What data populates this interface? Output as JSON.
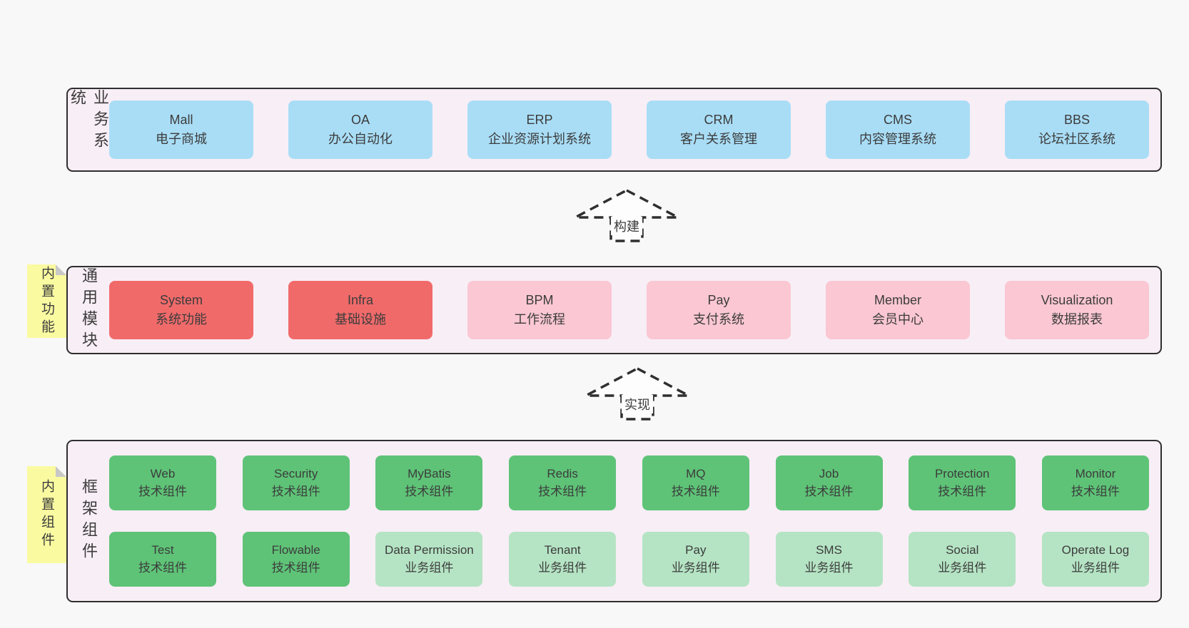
{
  "palette": {
    "page-bg": "#f8f8f8",
    "container-bg": "#f8eef6",
    "line": "#2f2f2f",
    "text": "#3c3c3c",
    "blue": "#a9ddf6",
    "red": "#f16a6a",
    "pink": "#fac7d2",
    "green": "#5ec377",
    "green-light": "#b5e4c4",
    "sticky": "#fafaa1",
    "sticky-fold": "#c8c8c8",
    "arrow-fill": "#fdfdfd"
  },
  "sections": [
    {
      "label": "业务系统",
      "rows": [
        [
          {
            "name": "Mall",
            "desc": "电子商城"
          },
          {
            "name": "OA",
            "desc": "办公自动化"
          },
          {
            "name": "ERP",
            "desc": "企业资源计划系统"
          },
          {
            "name": "CRM",
            "desc": "客户关系管理"
          },
          {
            "name": "CMS",
            "desc": "内容管理系统"
          },
          {
            "name": "BBS",
            "desc": "论坛社区系统"
          }
        ]
      ]
    },
    {
      "label": "通用模块",
      "sticky": "内置功能",
      "rows": [
        [
          {
            "name": "System",
            "desc": "系统功能"
          },
          {
            "name": "Infra",
            "desc": "基础设施"
          },
          {
            "name": "BPM",
            "desc": "工作流程"
          },
          {
            "name": "Pay",
            "desc": "支付系统"
          },
          {
            "name": "Member",
            "desc": "会员中心"
          },
          {
            "name": "Visualization",
            "desc": "数据报表"
          }
        ]
      ]
    },
    {
      "label": "框架组件",
      "sticky": "内置组件",
      "rows": [
        [
          {
            "name": "Web",
            "desc": "技术组件"
          },
          {
            "name": "Security",
            "desc": "技术组件"
          },
          {
            "name": "MyBatis",
            "desc": "技术组件"
          },
          {
            "name": "Redis",
            "desc": "技术组件"
          },
          {
            "name": "MQ",
            "desc": "技术组件"
          },
          {
            "name": "Job",
            "desc": "技术组件"
          },
          {
            "name": "Protection",
            "desc": "技术组件"
          },
          {
            "name": "Monitor",
            "desc": "技术组件"
          }
        ],
        [
          {
            "name": "Test",
            "desc": "技术组件"
          },
          {
            "name": "Flowable",
            "desc": "技术组件"
          },
          {
            "name": "Data Permission",
            "desc": "业务组件"
          },
          {
            "name": "Tenant",
            "desc": "业务组件"
          },
          {
            "name": "Pay",
            "desc": "业务组件"
          },
          {
            "name": "SMS",
            "desc": "业务组件"
          },
          {
            "name": "Social",
            "desc": "业务组件"
          },
          {
            "name": "Operate Log",
            "desc": "业务组件"
          }
        ]
      ]
    }
  ],
  "arrows": [
    {
      "label": "构建"
    },
    {
      "label": "实现"
    }
  ]
}
